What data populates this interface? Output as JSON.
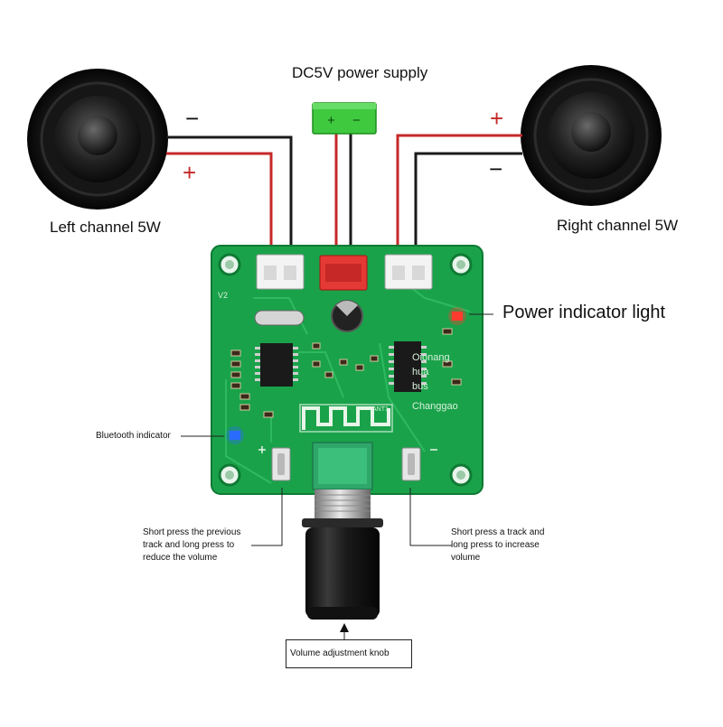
{
  "labels": {
    "power_supply": "DC5V power supply",
    "left_channel": "Left channel 5W",
    "right_channel": "Right channel 5W",
    "power_indicator": "Power indicator light",
    "bluetooth_indicator": "Bluetooth indicator",
    "left_button": "Short press the previous track and long press to reduce the volume",
    "right_button": "Short press a track and long press to increase volume",
    "volume_knob": "Volume adjustment knob"
  },
  "polarity": {
    "plus": "+",
    "minus": "−"
  },
  "board": {
    "version": "V2",
    "brand_lines": [
      "Oionang",
      "hua",
      "bus",
      "Changgao"
    ],
    "antenna": "ANT1"
  },
  "colors": {
    "pcb": "#1aa24a",
    "pcb_edge": "#0f7a34",
    "wire_red": "#c62828",
    "wire_black": "#1a1a1a",
    "terminal_green": "#3fc93f",
    "connector_red": "#e53935",
    "led_red": "#ff3b2f",
    "led_blue": "#2a6bff"
  }
}
